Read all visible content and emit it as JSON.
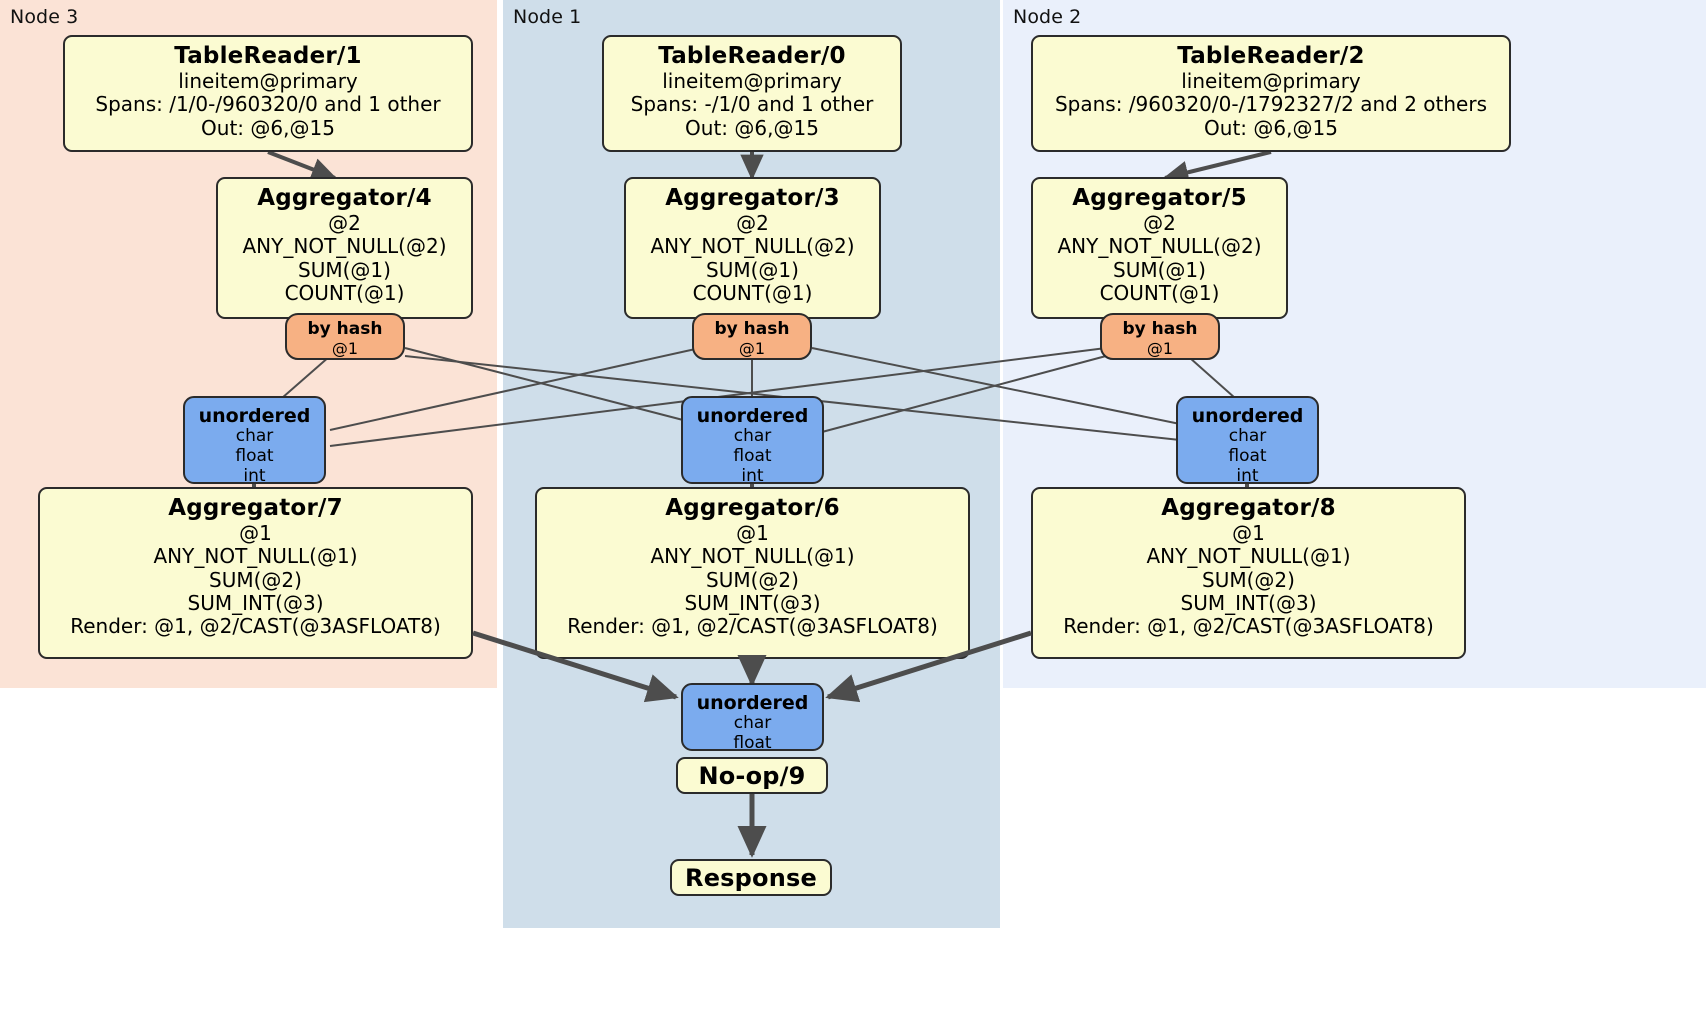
{
  "diagram": {
    "type": "distributed-query-plan",
    "panels": [
      {
        "id": "node3",
        "label": "Node 3",
        "color": "#fbe3d6"
      },
      {
        "id": "node1",
        "label": "Node 1",
        "color": "#cfdeea"
      },
      {
        "id": "node2",
        "label": "Node 2",
        "color": "#eaf0fb"
      }
    ],
    "colors": {
      "processor_fill": "#fbfbd2",
      "router_fill": "#f7b183",
      "sync_fill": "#7babee",
      "border": "#2b2b2b",
      "edge": "#4d4d4d"
    },
    "readers": [
      {
        "id": "tr1",
        "panel": "node3",
        "title": "TableReader/1",
        "table": "lineitem@primary",
        "spans": "Spans: /1/0-/960320/0 and 1 other",
        "out": "Out: @6,@15"
      },
      {
        "id": "tr0",
        "panel": "node1",
        "title": "TableReader/0",
        "table": "lineitem@primary",
        "spans": "Spans: -/1/0 and 1 other",
        "out": "Out: @6,@15"
      },
      {
        "id": "tr2",
        "panel": "node2",
        "title": "TableReader/2",
        "table": "lineitem@primary",
        "spans": "Spans: /960320/0-/1792327/2 and 2 others",
        "out": "Out: @6,@15"
      }
    ],
    "local_aggregators": [
      {
        "id": "agg4",
        "panel": "node3",
        "title": "Aggregator/4",
        "group": "@2",
        "funcs": [
          "ANY_NOT_NULL(@2)",
          "SUM(@1)",
          "COUNT(@1)"
        ]
      },
      {
        "id": "agg3",
        "panel": "node1",
        "title": "Aggregator/3",
        "group": "@2",
        "funcs": [
          "ANY_NOT_NULL(@2)",
          "SUM(@1)",
          "COUNT(@1)"
        ]
      },
      {
        "id": "agg5",
        "panel": "node2",
        "title": "Aggregator/5",
        "group": "@2",
        "funcs": [
          "ANY_NOT_NULL(@2)",
          "SUM(@1)",
          "COUNT(@1)"
        ]
      }
    ],
    "routers": [
      {
        "id": "hash4",
        "panel": "node3",
        "title": "by hash",
        "key": "@1"
      },
      {
        "id": "hash3",
        "panel": "node1",
        "title": "by hash",
        "key": "@1"
      },
      {
        "id": "hash5",
        "panel": "node2",
        "title": "by hash",
        "key": "@1"
      }
    ],
    "synchronizers": [
      {
        "id": "sync7",
        "panel": "node3",
        "title": "unordered",
        "types": [
          "char",
          "float",
          "int"
        ]
      },
      {
        "id": "sync6",
        "panel": "node1",
        "title": "unordered",
        "types": [
          "char",
          "float",
          "int"
        ]
      },
      {
        "id": "sync8",
        "panel": "node2",
        "title": "unordered",
        "types": [
          "char",
          "float",
          "int"
        ]
      },
      {
        "id": "sync9",
        "panel": "node1",
        "title": "unordered",
        "types": [
          "char",
          "float"
        ]
      }
    ],
    "final_aggregators": [
      {
        "id": "agg7",
        "panel": "node3",
        "title": "Aggregator/7",
        "group": "@1",
        "funcs": [
          "ANY_NOT_NULL(@1)",
          "SUM(@2)",
          "SUM_INT(@3)"
        ],
        "render": "Render: @1, @2/CAST(@3ASFLOAT8)"
      },
      {
        "id": "agg6",
        "panel": "node1",
        "title": "Aggregator/6",
        "group": "@1",
        "funcs": [
          "ANY_NOT_NULL(@1)",
          "SUM(@2)",
          "SUM_INT(@3)"
        ],
        "render": "Render: @1, @2/CAST(@3ASFLOAT8)"
      },
      {
        "id": "agg8",
        "panel": "node2",
        "title": "Aggregator/8",
        "group": "@1",
        "funcs": [
          "ANY_NOT_NULL(@1)",
          "SUM(@2)",
          "SUM_INT(@3)"
        ],
        "render": "Render: @1, @2/CAST(@3ASFLOAT8)"
      }
    ],
    "noop": {
      "id": "noop9",
      "panel": "node1",
      "title": "No-op/9"
    },
    "response": {
      "id": "response",
      "panel": "node1",
      "title": "Response"
    }
  }
}
